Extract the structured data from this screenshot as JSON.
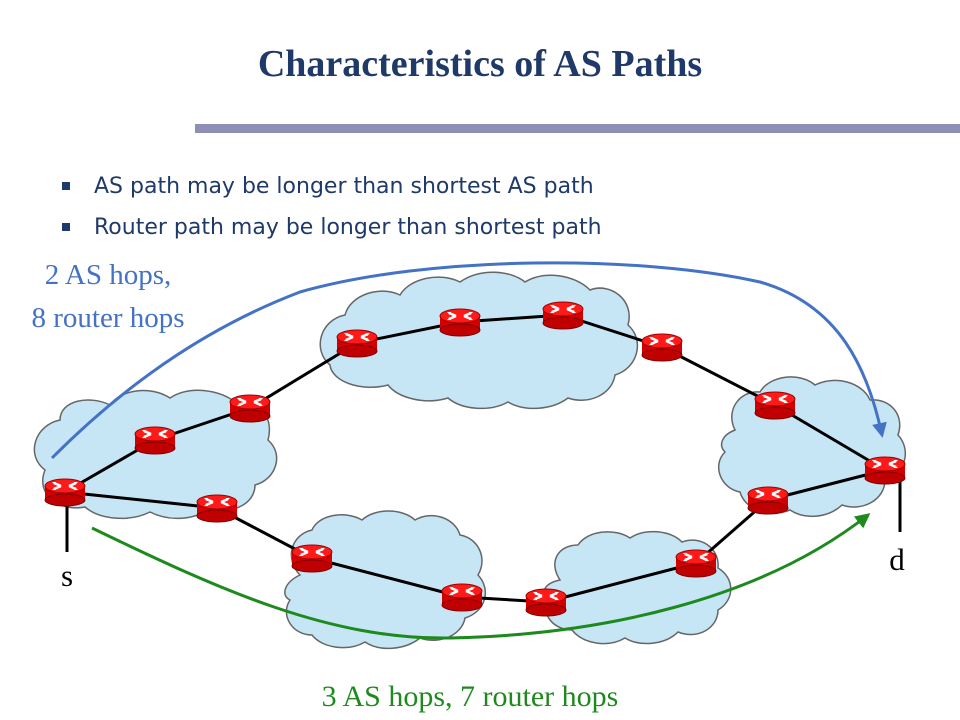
{
  "slide": {
    "title": "Characteristics of AS Paths",
    "accent_color": "#1f3a68",
    "rule_color": "#8e8fb4",
    "bullets": [
      "AS path may be longer than shortest AS path",
      "Router path may be longer than shortest path"
    ]
  },
  "diagram": {
    "upper_path_label_line1": "2 AS hops,",
    "upper_path_label_line2": "8 router hops",
    "upper_path_color": "#4472c4",
    "lower_path_label": "3 AS hops, 7 router hops",
    "lower_path_color": "#1e8a1e",
    "source_label": "s",
    "destination_label": "d",
    "router_color": "#ff0000",
    "cloud_color": "#c6e6f5",
    "router_icon": "router-icon",
    "cloud_icon": "cloud-icon"
  }
}
